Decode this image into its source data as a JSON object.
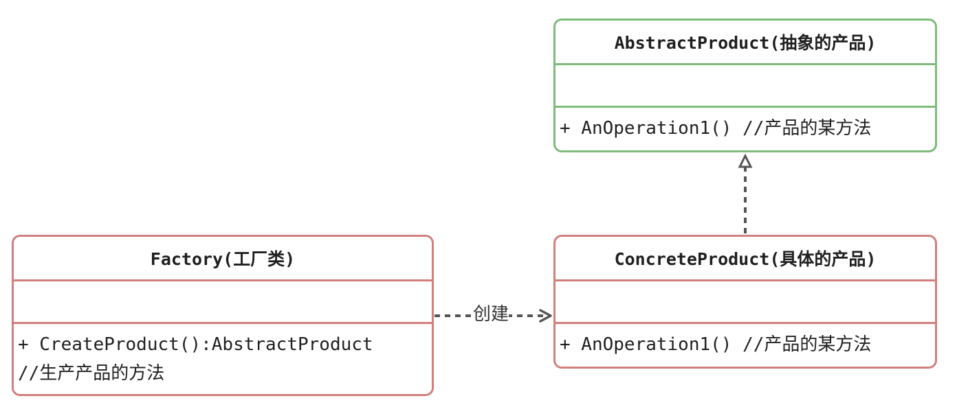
{
  "classes": {
    "abstract_product": {
      "name": "AbstractProduct(抽象的产品)",
      "methods": [
        "+ AnOperation1() //产品的某方法"
      ]
    },
    "concrete_product": {
      "name": "ConcreteProduct(具体的产品)",
      "methods": [
        "+ AnOperation1() //产品的某方法"
      ]
    },
    "factory": {
      "name": "Factory(工厂类)",
      "methods": [
        "+ CreateProduct():AbstractProduct",
        "//生产产品的方法"
      ]
    }
  },
  "relations": {
    "create_label": "创建"
  },
  "colors": {
    "abstract_border": "#7dbb79",
    "concrete_border": "#d17f7c",
    "connector": "#555555"
  }
}
